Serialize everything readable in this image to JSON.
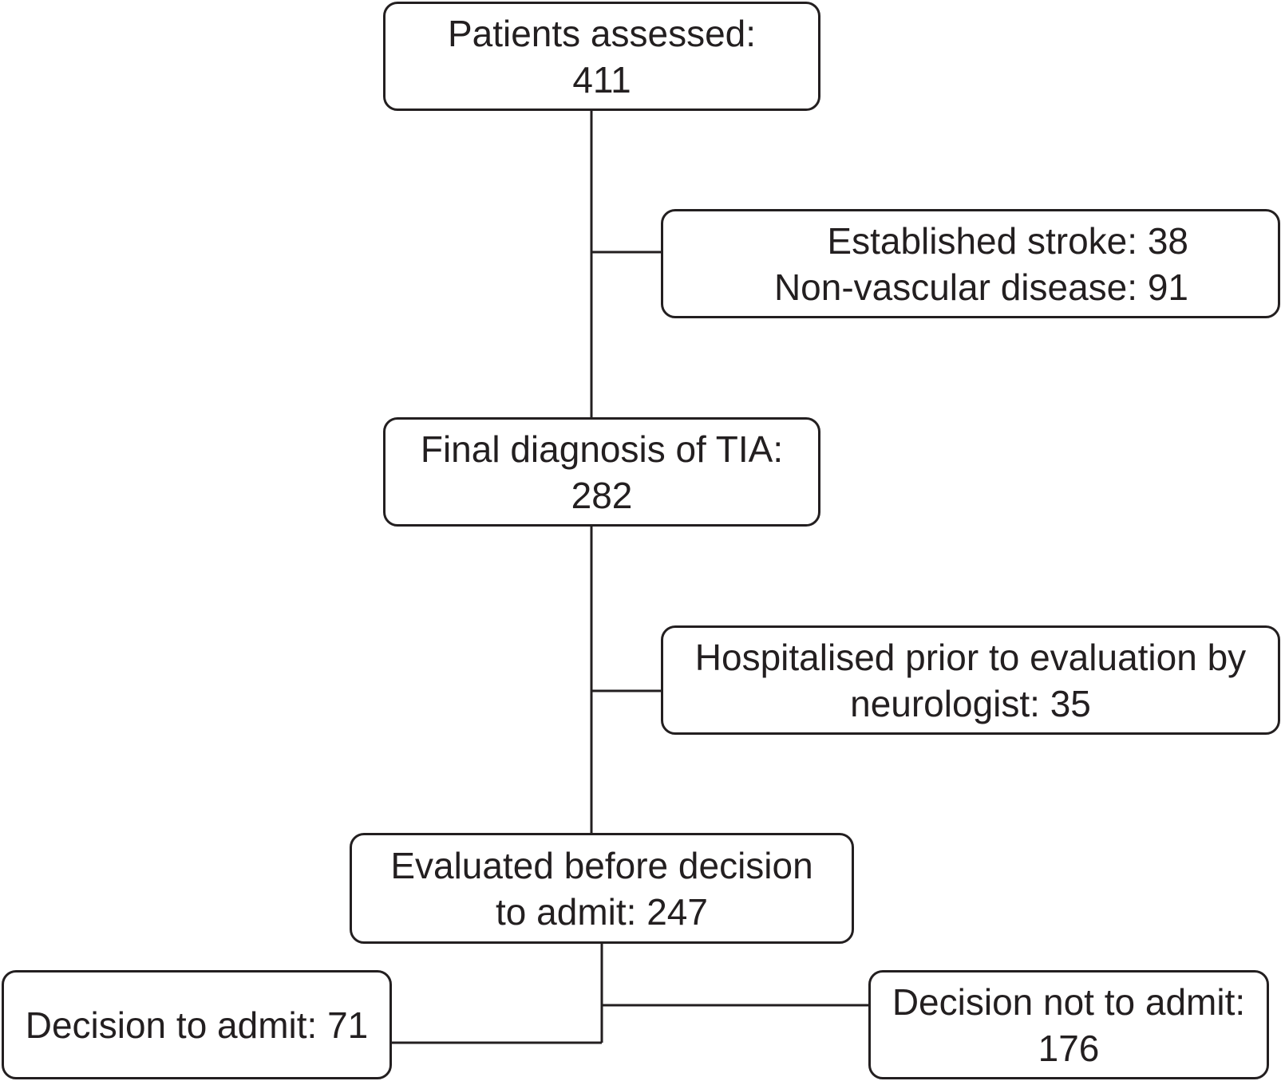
{
  "boxes": {
    "patients_assessed": {
      "line1": "Patients assessed:",
      "line2": "411"
    },
    "excluded": {
      "line1": "Established stroke: 38",
      "line2": "Non-vascular disease: 91"
    },
    "final_diagnosis": {
      "line1": "Final diagnosis of TIA:",
      "line2": "282"
    },
    "hospitalised": {
      "line1": "Hospitalised prior to evaluation by",
      "line2": "neurologist: 35"
    },
    "evaluated": {
      "line1": "Evaluated before decision",
      "line2": "to admit: 247"
    },
    "admit": {
      "line1": "Decision to admit: 71"
    },
    "not_admit": {
      "line1": "Decision not to admit:",
      "line2": "176"
    }
  },
  "colors": {
    "stroke": "#231f20",
    "background": "#ffffff",
    "text": "#231f20"
  }
}
